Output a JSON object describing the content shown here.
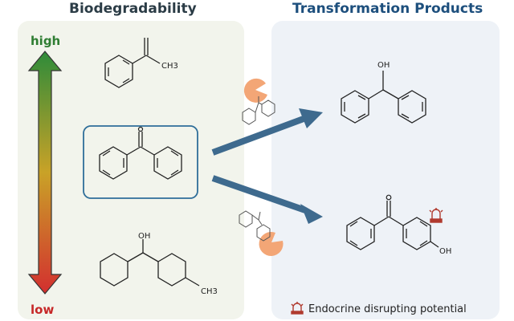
{
  "left_panel": {
    "title": "Biodegradability"
  },
  "right_panel": {
    "title": "Transformation Products"
  },
  "scale": {
    "high_label": "high",
    "low_label": "low"
  },
  "molecules": {
    "acetophenone_label": "CH3",
    "benzhydrol_label": "OH",
    "hydroxy_bp_label": "OH",
    "cyclohexyl_oh_label": "OH",
    "cyclohexyl_methyl_label": "CH3"
  },
  "legend": {
    "text": "Endocrine disrupting potential",
    "icon": "alarm-siren-icon"
  },
  "colors": {
    "arrow": "#3e6a8e",
    "highlight_box": "#2f6e99",
    "enzyme": "#f3a676",
    "siren": "#b03a2e",
    "gradient_top": "#2e8b3a",
    "gradient_bottom": "#d32f2f"
  }
}
